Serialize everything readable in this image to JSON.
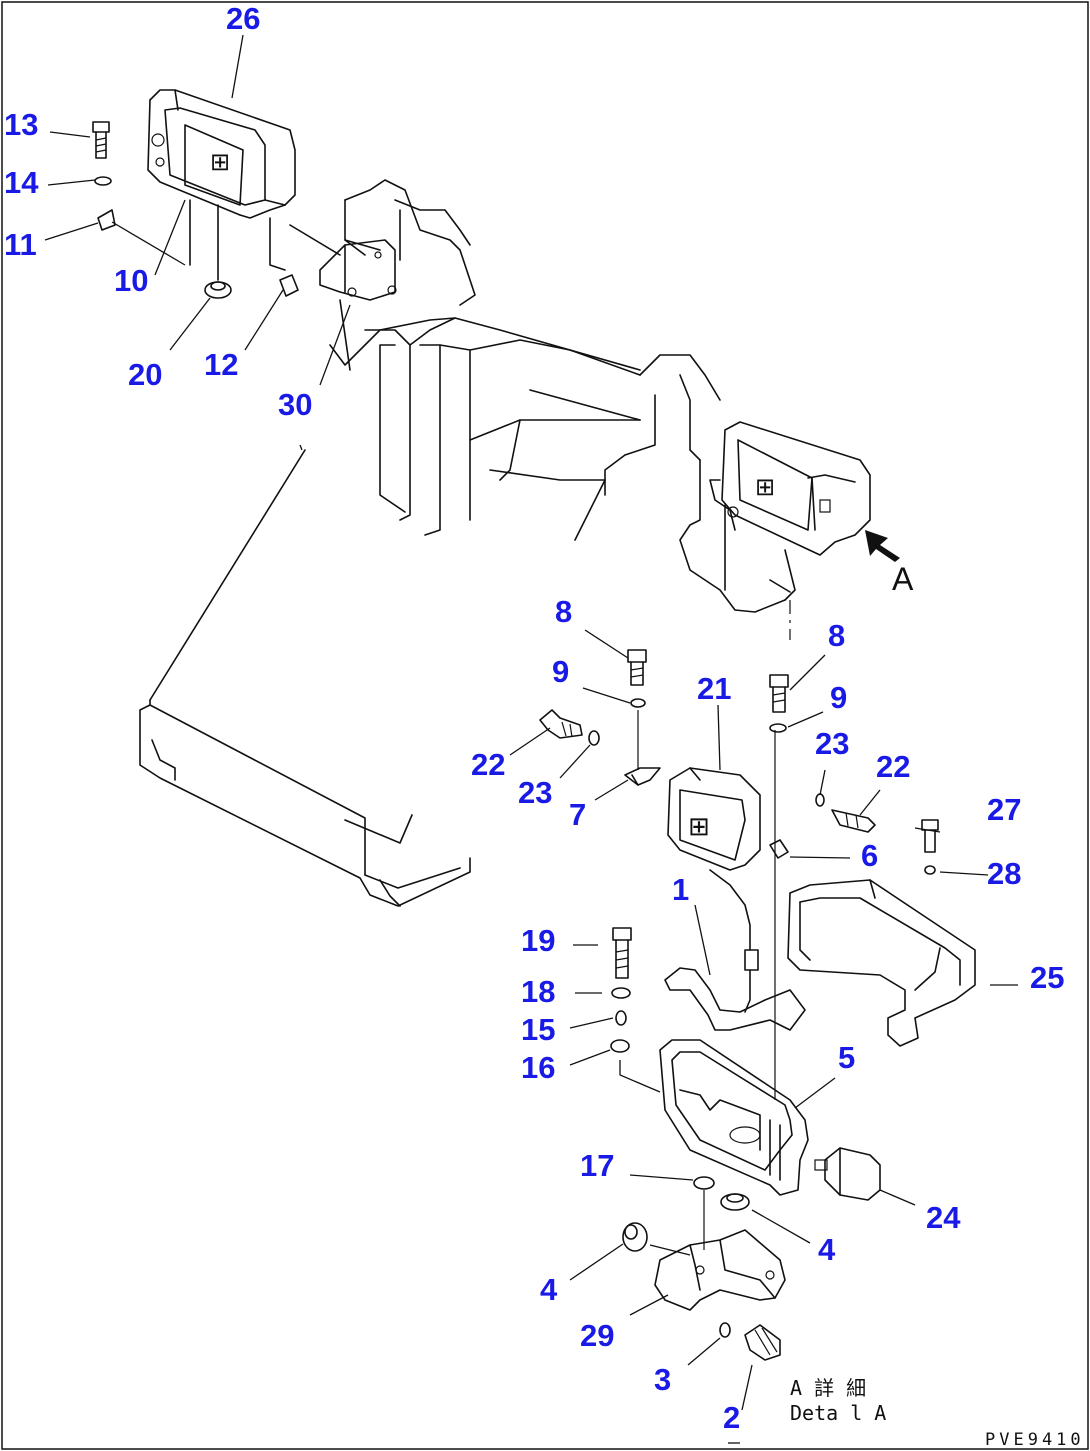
{
  "callouts": {
    "c26": "26",
    "c13": "13",
    "c14": "14",
    "c11": "11",
    "c10": "10",
    "c20": "20",
    "c12": "12",
    "c30": "30",
    "c8a": "8",
    "c9a": "9",
    "c21": "21",
    "c8b": "8",
    "c9b": "9",
    "c22a": "22",
    "c23a": "23",
    "c7": "7",
    "c23b": "23",
    "c22b": "22",
    "c27": "27",
    "c6": "6",
    "c28": "28",
    "c1": "1",
    "c19": "19",
    "c25": "25",
    "c18": "18",
    "c15": "15",
    "c16": "16",
    "c5": "5",
    "c17": "17",
    "c24": "24",
    "c4a": "4",
    "c4b": "4",
    "c29": "29",
    "c3": "3",
    "c2": "2"
  },
  "view_arrow_label": "A",
  "detail_note": {
    "line1": "A 詳 細",
    "line2": "Deta l A"
  },
  "drawing_code": "PVE9410"
}
